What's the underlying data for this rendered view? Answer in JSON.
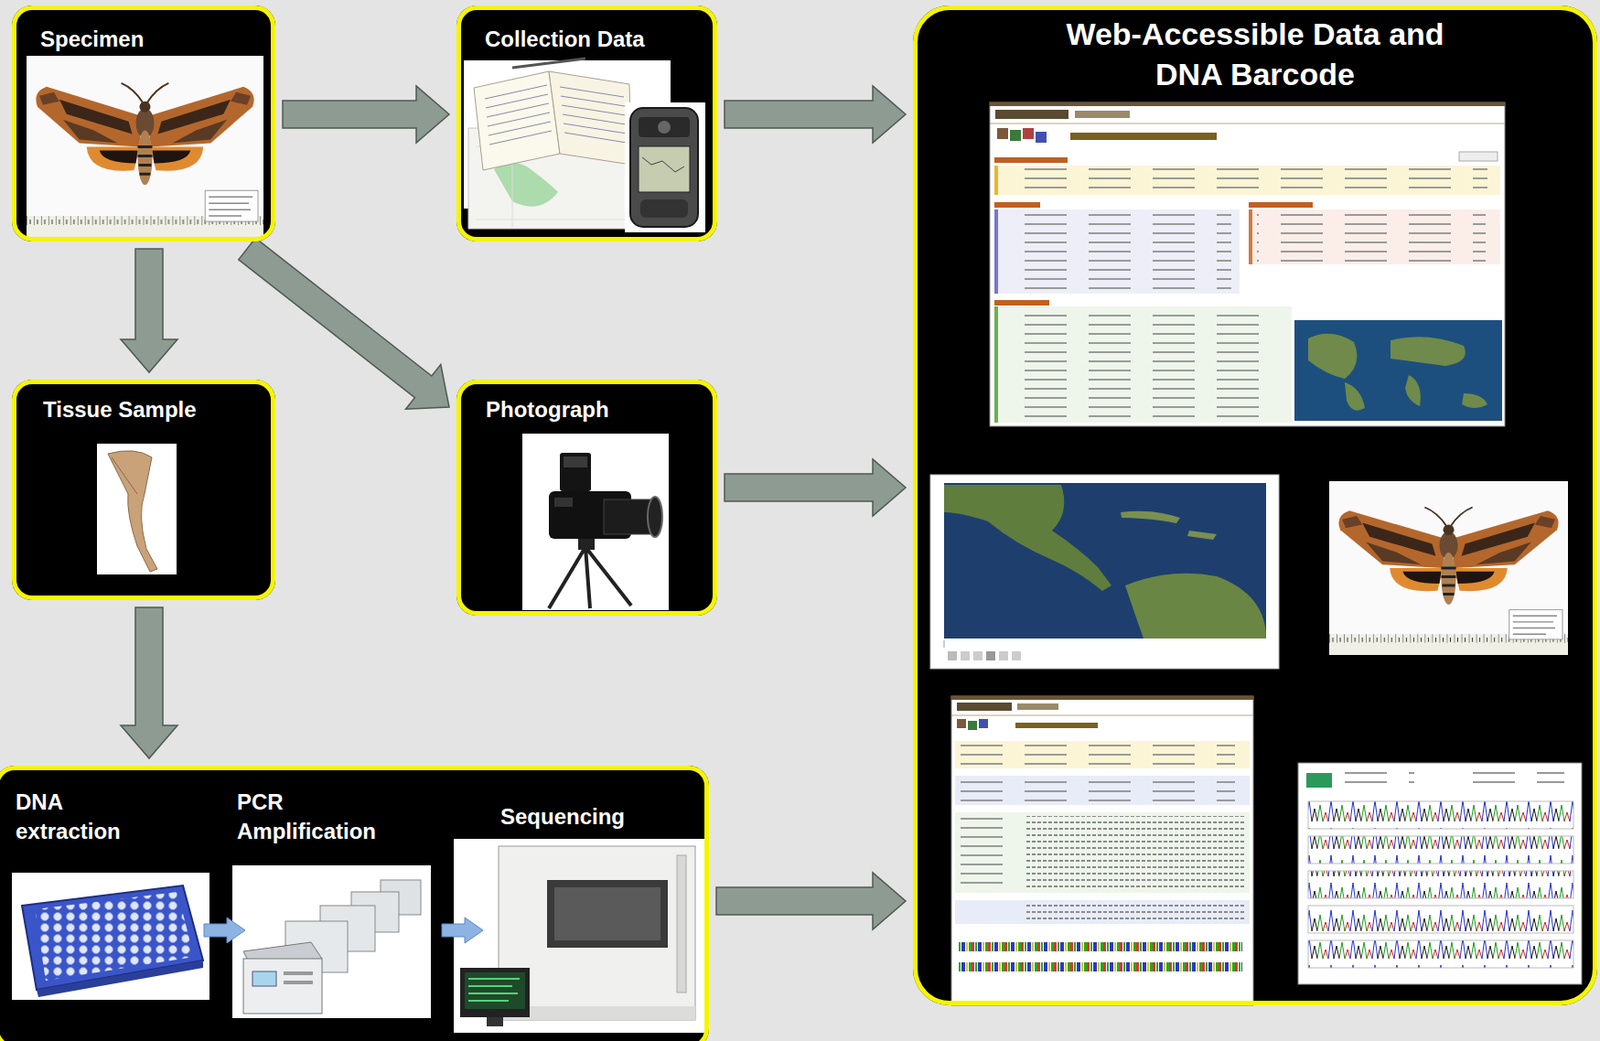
{
  "diagram": {
    "nodes": [
      {
        "text": [
          "Specimen"
        ]
      },
      {
        "text": [
          "Collection Data"
        ]
      },
      {
        "text": [
          "Web-Accessible Data and DNA Barcode"
        ]
      },
      {
        "text": [
          "Tissue Sample"
        ]
      },
      {
        "text": [
          "Photograph"
        ]
      },
      {
        "text": [
          "DNA extraction",
          "PCR Amplification",
          "Sequencing"
        ]
      }
    ],
    "edges": [
      {
        "from": 0,
        "to": 1,
        "arrow": "to"
      },
      {
        "from": 0,
        "to": 3,
        "arrow": "to"
      },
      {
        "from": 0,
        "to": 4,
        "arrow": "to"
      },
      {
        "from": 3,
        "to": 5,
        "arrow": "to"
      },
      {
        "from": 1,
        "to": 2,
        "arrow": "to"
      },
      {
        "from": 4,
        "to": 2,
        "arrow": "to"
      },
      {
        "from": 5,
        "to": 2,
        "arrow": "to"
      }
    ]
  }
}
